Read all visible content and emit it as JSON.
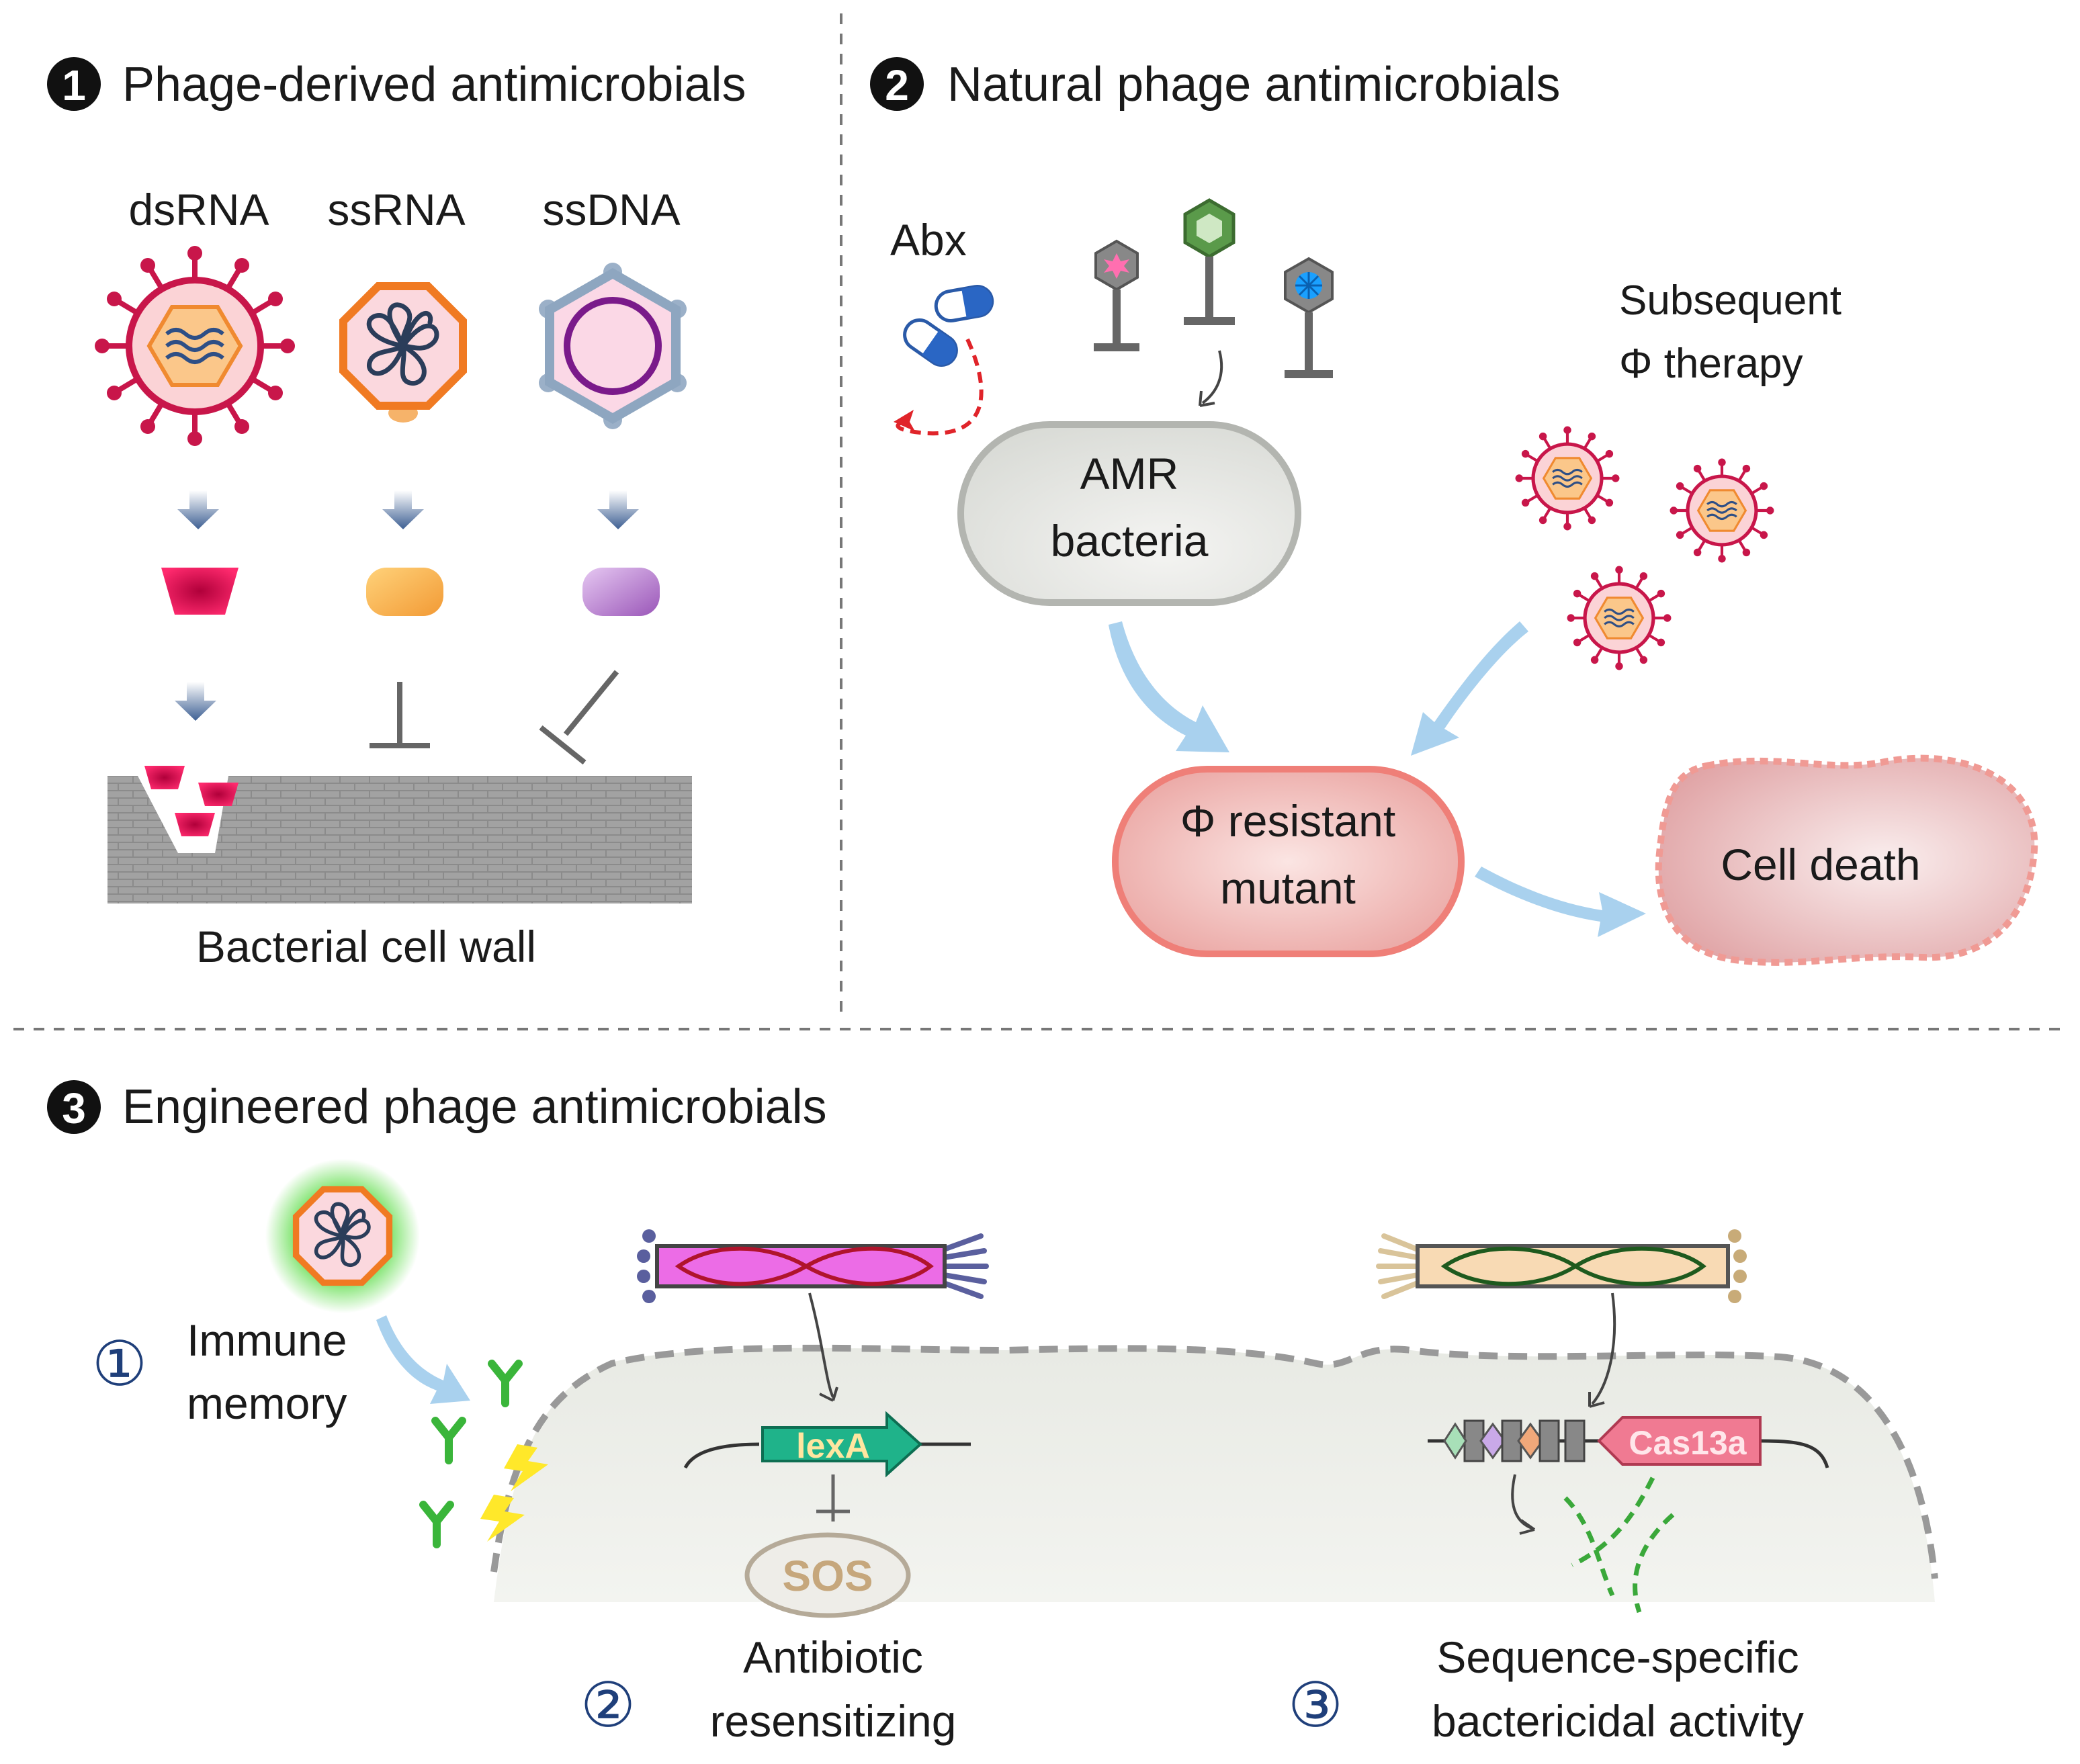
{
  "panels": {
    "p1": {
      "number": "1",
      "title": "Phage-derived antimicrobials",
      "columns": [
        "dsRNA",
        "ssRNA",
        "ssDNA"
      ],
      "cell_wall_label": "Bacterial cell wall"
    },
    "p2": {
      "number": "2",
      "title": "Natural phage antimicrobials",
      "abx": "Abx",
      "therapy_line1": "Subsequent",
      "therapy_line2": "Φ therapy",
      "amr_line1": "AMR",
      "amr_line2": "bacteria",
      "resistant_line1": "Φ resistant",
      "resistant_line2": "mutant",
      "cell_death": "Cell death"
    },
    "p3": {
      "number": "3",
      "title": "Engineered phage antimicrobials",
      "item1_num": "①",
      "item1_line1": "Immune",
      "item1_line2": "memory",
      "item2_num": "②",
      "item2_line1": "Antibiotic",
      "item2_line2": "resensitizing",
      "item3_num": "③",
      "item3_line1": "Sequence-specific",
      "item3_line2": "bactericidal activity",
      "gene_lexa": "lexA",
      "sos": "SOS",
      "gene_cas": "Cas13a"
    }
  },
  "colors": {
    "phage_red": "#c8164a",
    "phage_orange": "#f08a30",
    "arrow_blue": "#a9d1ee",
    "dashed_red": "#e0242a",
    "resistant_fill": "#f2b7b3",
    "cell_fill": "#e9ebe6",
    "antibody_green": "#3ab53a",
    "lexa_green": "#1fb38a",
    "cas_pink": "#f07a92"
  }
}
